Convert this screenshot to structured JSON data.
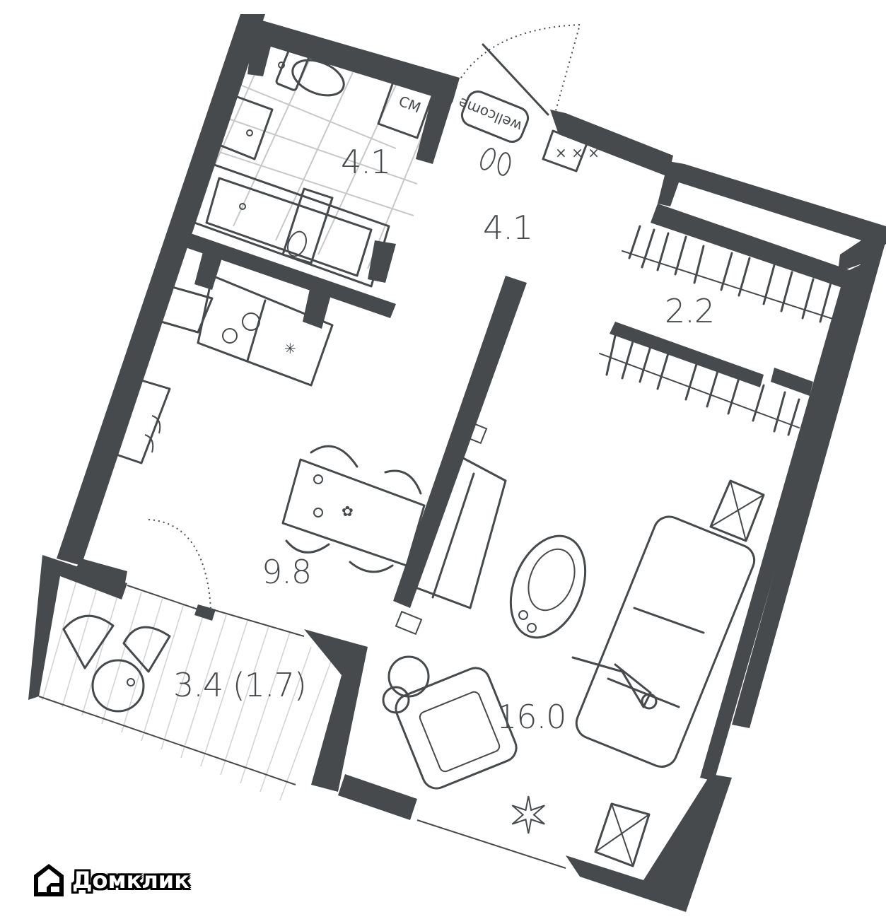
{
  "plan": {
    "type": "apartment floor plan",
    "colors": {
      "wall": "#464a4c",
      "line": "#464a4c",
      "tile": "#c8c8c8",
      "background": "#ffffff"
    },
    "rooms": [
      {
        "id": "bathroom",
        "area_label": "4.1"
      },
      {
        "id": "hallway",
        "area_label": "4.1"
      },
      {
        "id": "wardrobe",
        "area_label": "2.2"
      },
      {
        "id": "kitchen",
        "area_label": "9.8"
      },
      {
        "id": "balcony",
        "area_label": "3.4 (1.7)"
      },
      {
        "id": "living-room",
        "area_label": "16.0"
      }
    ],
    "appliance_labels": {
      "washing_machine": "СМ"
    },
    "doormat_text": "wellcome"
  },
  "logo": {
    "text": "Домклик"
  }
}
